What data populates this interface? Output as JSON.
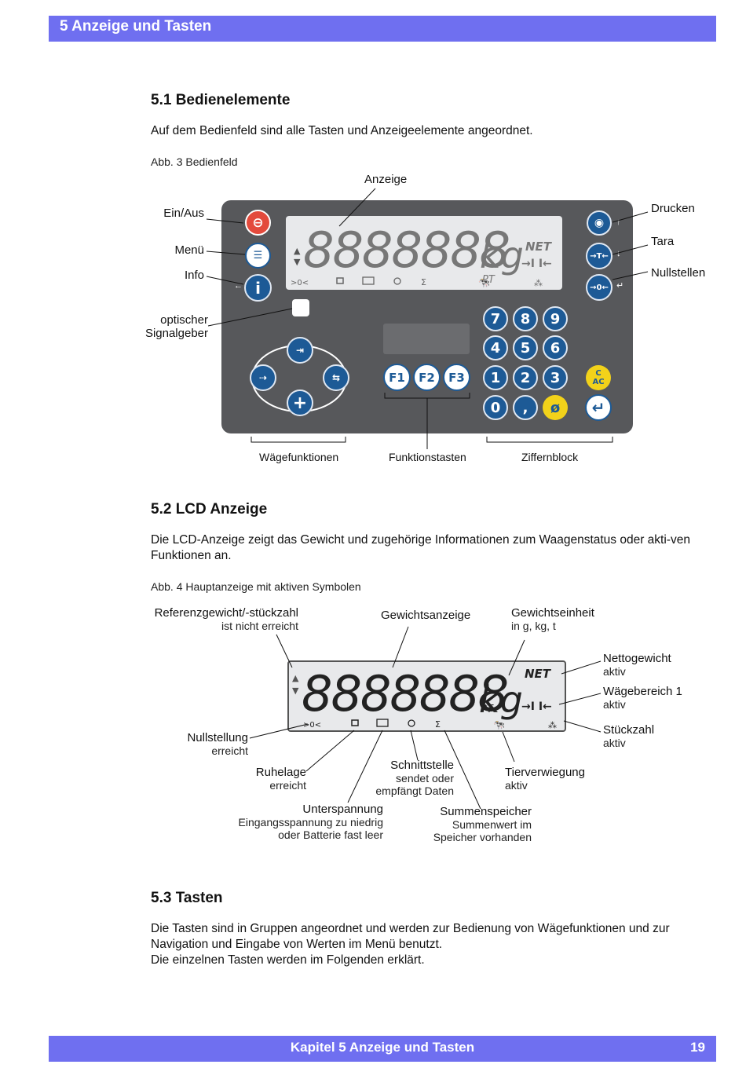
{
  "header": {
    "title": "5 Anzeige und Tasten"
  },
  "section1": {
    "heading": "5.1 Bedienelemente",
    "text": "Auf dem Bedienfeld sind alle Tasten und Anzeigeelemente angeordnet.",
    "caption": "Abb. 3 Bedienfeld",
    "labels": {
      "anzeige": "Anzeige",
      "ein_aus": "Ein/Aus",
      "menu": "Menü",
      "info": "Info",
      "signal_1": "optischer",
      "signal_2": "Signalgeber",
      "drucken": "Drucken",
      "tara": "Tara",
      "nullstellen": "Nullstellen",
      "waegefunktionen": "Wägefunktionen",
      "funktionstasten": "Funktionstasten",
      "ziffernblock": "Ziffernblock"
    },
    "lcd": {
      "digits": "8888888",
      "unit": "kg",
      "net": "NET",
      "pt": "PT",
      "zero": ">0<",
      "sigma": "Σ"
    },
    "keys": {
      "f1": "F1",
      "f2": "F2",
      "f3": "F3",
      "n7": "7",
      "n8": "8",
      "n9": "9",
      "n4": "4",
      "n5": "5",
      "n6": "6",
      "n1": "1",
      "n2": "2",
      "n3": "3",
      "n0": "0",
      "comma": ",",
      "clear_top": "C",
      "clear_bottom": "AC",
      "tara": "→T←",
      "zero": "→0←",
      "info": "i",
      "plus": "+"
    }
  },
  "section2": {
    "heading": "5.2 LCD Anzeige",
    "text": "Die LCD-Anzeige zeigt das Gewicht und zugehörige Informationen zum Waagenstatus oder akti-ven Funktionen an.",
    "caption": "Abb. 4 Hauptanzeige mit aktiven Symbolen",
    "labels": {
      "referenz": "Referenzgewicht/-stückzahl",
      "referenz_sub": "ist nicht erreicht",
      "gewichtsanzeige": "Gewichtsanzeige",
      "gewichtseinheit": "Gewichtseinheit",
      "gewichtseinheit_sub": "in g, kg, t",
      "netto": "Nettogewicht",
      "netto_sub": "aktiv",
      "bereich": "Wägebereich 1",
      "bereich_sub": "aktiv",
      "stueck": "Stückzahl",
      "stueck_sub": "aktiv",
      "null": "Nullstellung",
      "null_sub": "erreicht",
      "ruhe": "Ruhelage",
      "ruhe_sub": "erreicht",
      "schnitt": "Schnittstelle",
      "schnitt_sub1": "sendet oder",
      "schnitt_sub2": "empfängt Daten",
      "tier": "Tierverwiegung",
      "tier_sub": "aktiv",
      "unter": "Unterspannung",
      "unter_sub1": "Eingangsspannung zu niedrig",
      "unter_sub2": "oder Batterie fast leer",
      "summe": "Summenspeicher",
      "summe_sub1": "Summenwert im",
      "summe_sub2": "Speicher vorhanden"
    }
  },
  "section3": {
    "heading": "5.3 Tasten",
    "line1": "Die Tasten sind in Gruppen angeordnet und werden zur Bedienung von Wägefunktionen und zur",
    "line2": "Navigation und Eingabe von Werten im Menü benutzt.",
    "line3": "Die einzelnen Tasten werden im Folgenden erklärt."
  },
  "footer": {
    "title": "Kapitel 5 Anzeige und Tasten",
    "page": "19"
  },
  "colors": {
    "accent": "#6f6ff0",
    "key_blue": "#1d5a96",
    "key_yellow": "#f2d21a",
    "key_red": "#e34a3c",
    "panel": "#57585b"
  }
}
